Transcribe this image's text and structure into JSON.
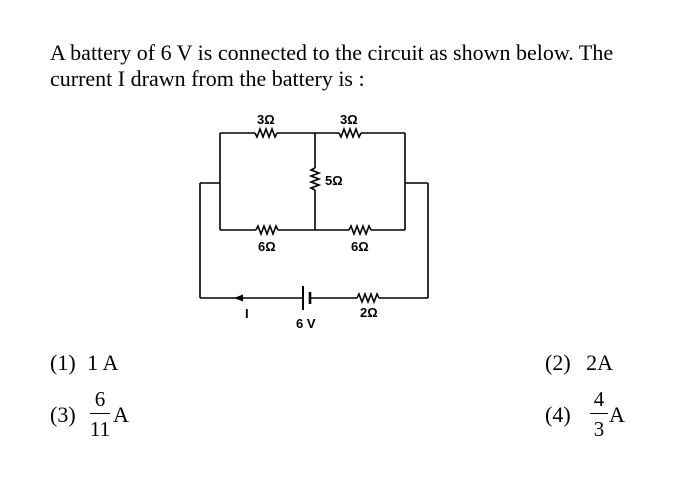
{
  "question": {
    "line1": "A battery of 6 V is connected to the circuit as shown below. The",
    "line2": "current I drawn from the battery is :"
  },
  "circuit": {
    "resistor_top_left": "3Ω",
    "resistor_top_right": "3Ω",
    "resistor_middle": "5Ω",
    "resistor_bottom_left": "6Ω",
    "resistor_bottom_right": "6Ω",
    "resistor_series": "2Ω",
    "battery": "6 V",
    "current": "I"
  },
  "options": {
    "o1": {
      "number": "(1)",
      "text": "1 A"
    },
    "o2": {
      "number": "(2)",
      "text": "2A"
    },
    "o3": {
      "number": "(3)",
      "numerator": "6",
      "denominator": "11",
      "unit": "A"
    },
    "o4": {
      "number": "(4)",
      "numerator": "4",
      "denominator": "3",
      "unit": "A"
    }
  }
}
